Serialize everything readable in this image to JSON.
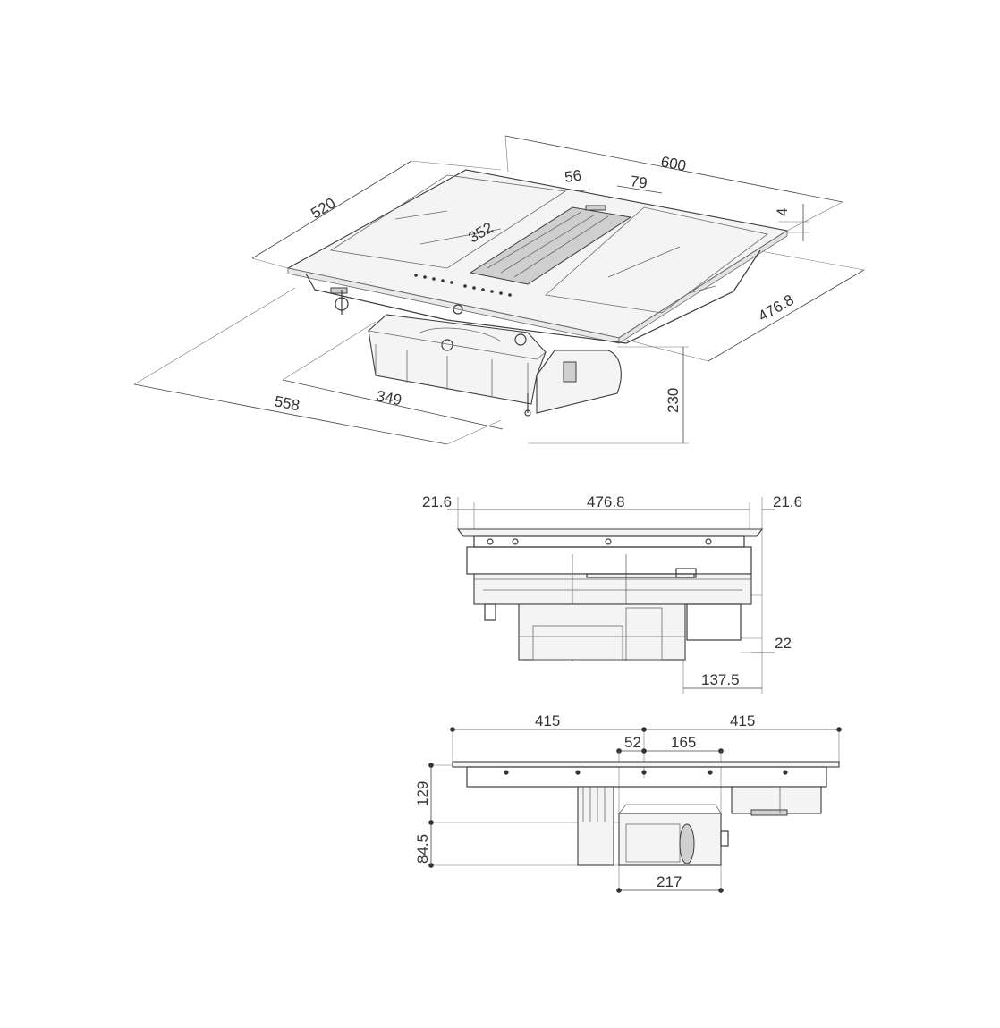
{
  "iso_view": {
    "dimensions": {
      "width": "600",
      "depth": "520",
      "edge_zone": "56",
      "vent_width": "79",
      "inner_zone": "352",
      "thickness": "4",
      "cutout_depth": "476.8",
      "total_width": "558",
      "cutout_width": "349",
      "height": "230"
    }
  },
  "front_view": {
    "dimensions": {
      "left_margin": "21.6",
      "cutout": "476.8",
      "right_margin": "21.6",
      "offset": "22",
      "duct_offset": "137.5"
    }
  },
  "side_view": {
    "dimensions": {
      "left_span": "415",
      "right_span": "415",
      "gap": "52",
      "motor_offset": "165",
      "upper_height": "129",
      "lower_height": "84.5",
      "motor_width": "217"
    }
  }
}
